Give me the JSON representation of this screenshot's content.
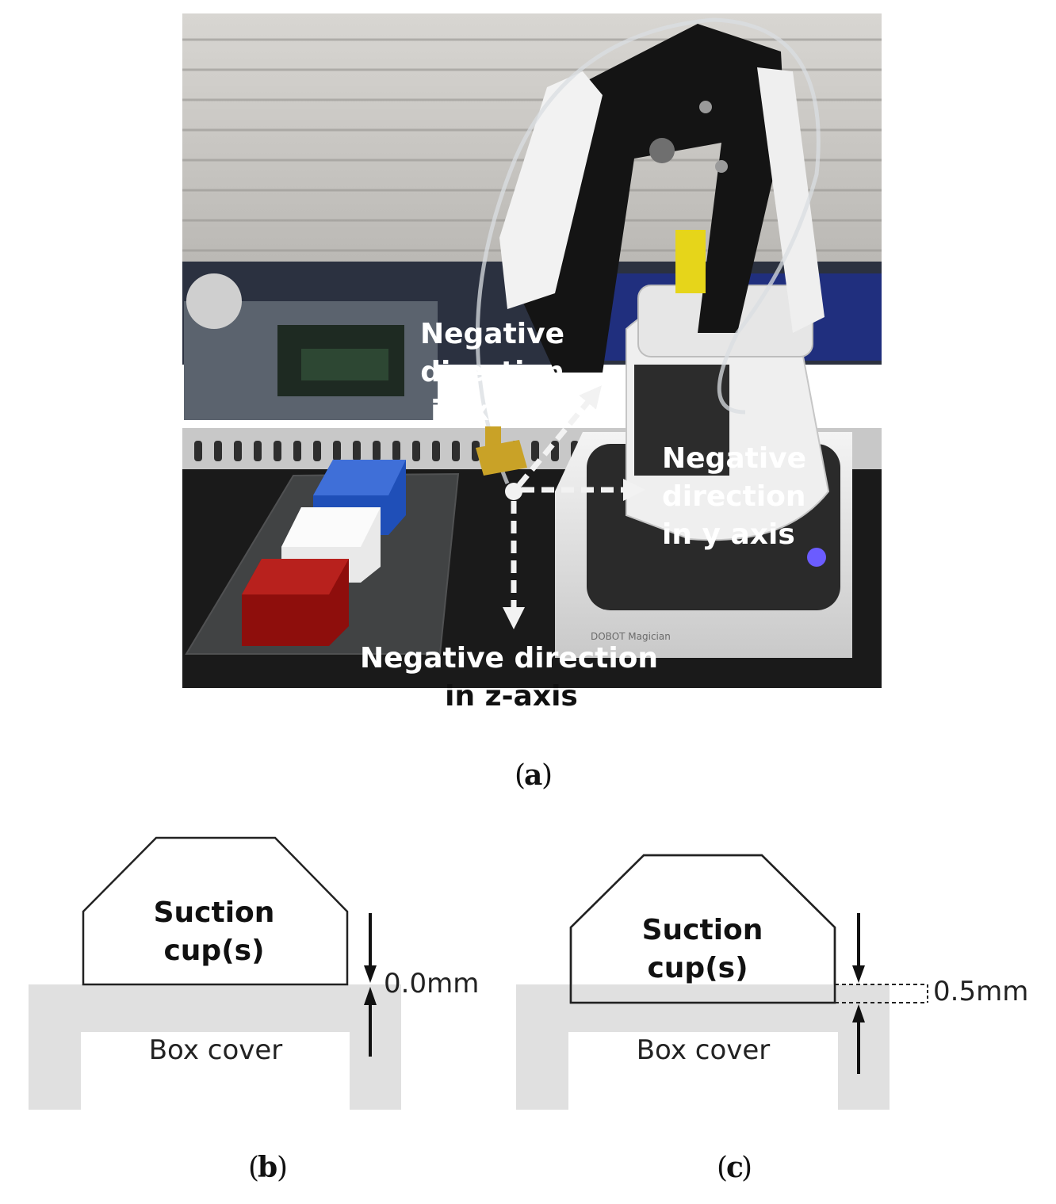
{
  "panel_a": {
    "label_x": [
      "Negative",
      "direction",
      "in x axis"
    ],
    "label_y": [
      "Negative",
      "direction",
      "in y axis"
    ],
    "label_z": [
      "Negative direction",
      "in z-axis"
    ],
    "robot_base_text": "DOBOT Magician",
    "caption_letter": "a"
  },
  "panel_b": {
    "cup_label": [
      "Suction",
      "cup(s)"
    ],
    "box_label": "Box cover",
    "gap_label": "0.0mm",
    "caption_letter": "b"
  },
  "panel_c": {
    "cup_label": [
      "Suction",
      "cup(s)"
    ],
    "box_label": "Box cover",
    "gap_label": "0.5mm",
    "caption_letter": "c"
  },
  "colors": {
    "box_cover_fill": "#e0e0e0",
    "block_blue": "#1f4fb8",
    "block_white": "#f2f2f2",
    "block_red": "#a5120f",
    "gripper_gold": "#c9a227"
  }
}
